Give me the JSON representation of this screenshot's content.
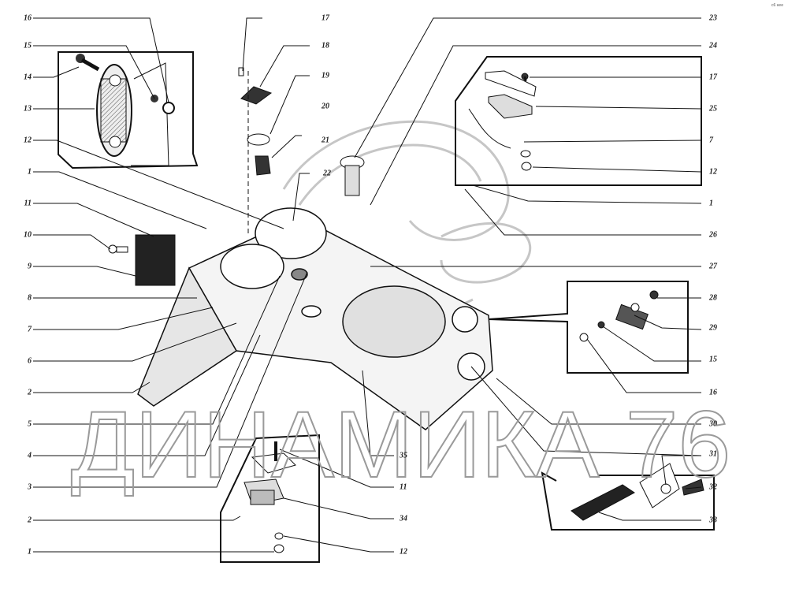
{
  "diagram": {
    "type": "exploded-parts-diagram",
    "subject": "Instrument panel / dashboard assembly",
    "watermark": "ДИНАМИКА 76",
    "corner_mark": "с6 нее",
    "left_callouts": [
      "16",
      "15",
      "14",
      "13",
      "12",
      "1",
      "11",
      "10",
      "9",
      "8",
      "7",
      "6",
      "2",
      "5",
      "4",
      "3",
      "2",
      "1"
    ],
    "top_callouts": [
      "17",
      "18",
      "19",
      "20",
      "21",
      "22"
    ],
    "right_callouts": [
      "23",
      "24",
      "17",
      "25",
      "7",
      "12",
      "1",
      "26",
      "27",
      "28",
      "29",
      "15",
      "16",
      "30",
      "31",
      "32",
      "33"
    ],
    "bottom_callouts": [
      "35",
      "11",
      "34",
      "12"
    ],
    "colors": {
      "ink": "#1a1a1a",
      "background": "#ffffff",
      "watermark": "#9a9a9a"
    }
  }
}
